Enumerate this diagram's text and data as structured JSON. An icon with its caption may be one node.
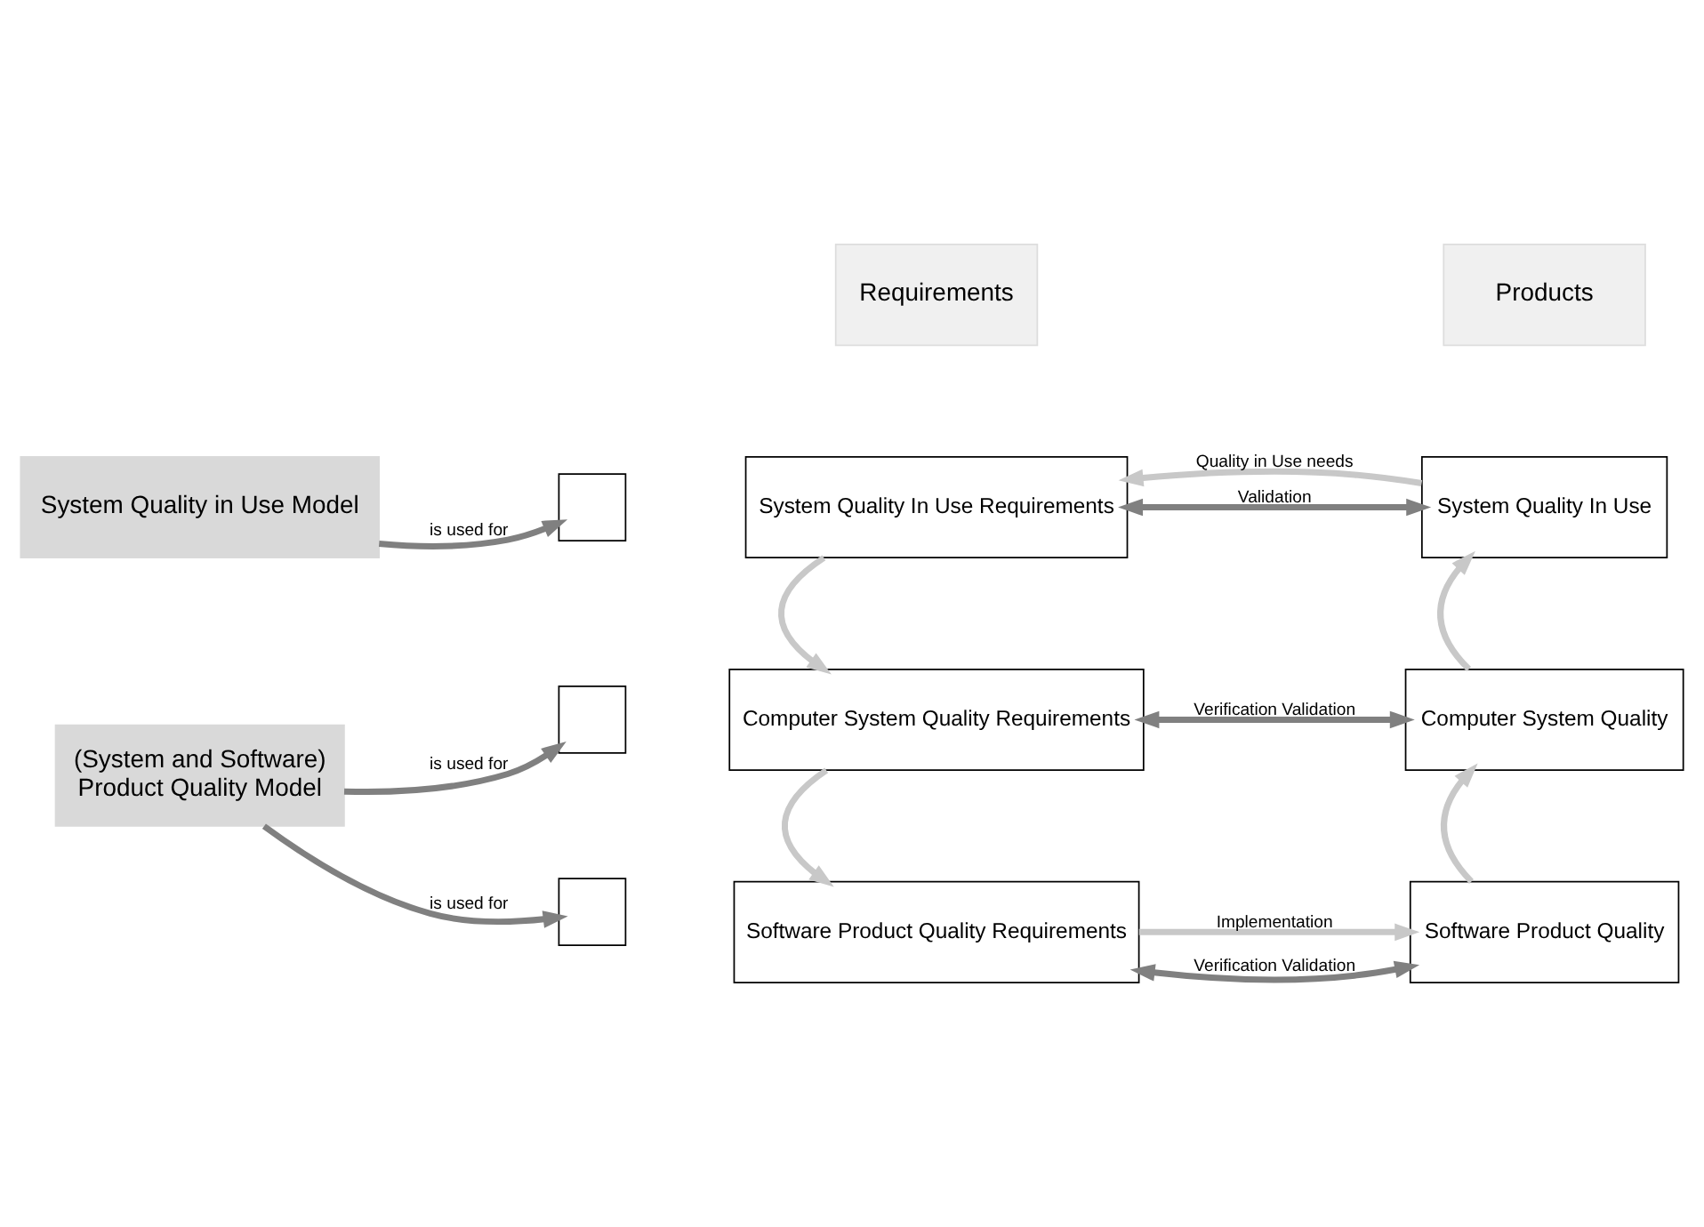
{
  "diagram": {
    "nodes": [
      {
        "text": [
          "System Quality in Use Model"
        ]
      },
      {
        "text": [
          "(System and Software)",
          "Product Quality Model"
        ]
      },
      {
        "text": [
          "Requirements"
        ]
      },
      {
        "text": [
          "Products"
        ]
      },
      {
        "text": [],
        "shape": "box"
      },
      {
        "text": [],
        "shape": "box"
      },
      {
        "text": [],
        "shape": "box"
      },
      {
        "text": [
          "System Quality In Use Requirements"
        ]
      },
      {
        "text": [
          "System Quality In Use"
        ]
      },
      {
        "text": [
          "Computer System Quality Requirements"
        ]
      },
      {
        "text": [
          "Computer System Quality"
        ]
      },
      {
        "text": [
          "Software Product Quality Requirements"
        ]
      },
      {
        "text": [
          "Software Product Quality"
        ]
      }
    ],
    "edges": [
      {
        "from": 0,
        "to": 4,
        "arrow": "to",
        "label": "is used for",
        "color": "#808080"
      },
      {
        "from": 1,
        "to": 5,
        "arrow": "to",
        "label": "is used for",
        "color": "#808080"
      },
      {
        "from": 1,
        "to": 6,
        "arrow": "to",
        "label": "is used for",
        "color": "#808080"
      },
      {
        "from": 8,
        "to": 7,
        "arrow": "to",
        "label": "Quality in Use needs"
      },
      {
        "from": 7,
        "to": 8,
        "arrow": "both",
        "label": "Validation",
        "color": "#808080"
      },
      {
        "from": 7,
        "to": 9,
        "arrow": "to"
      },
      {
        "from": 9,
        "to": 11,
        "arrow": "to"
      },
      {
        "from": 9,
        "to": 10,
        "arrow": "both",
        "label": "Verification Validation",
        "color": "#808080"
      },
      {
        "from": 11,
        "to": 12,
        "arrow": "both",
        "label": "Verification Validation",
        "color": "#808080"
      },
      {
        "from": 11,
        "to": 12,
        "arrow": "to",
        "label": "Implementation"
      },
      {
        "from": 12,
        "to": 10,
        "arrow": "to"
      },
      {
        "from": 10,
        "to": 8,
        "arrow": "to"
      }
    ]
  }
}
